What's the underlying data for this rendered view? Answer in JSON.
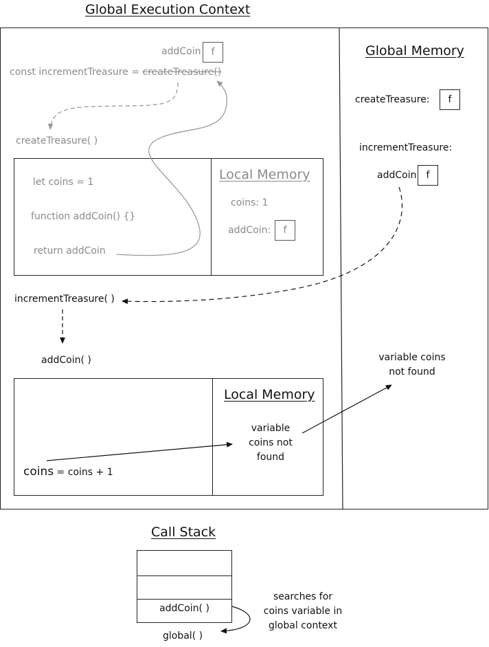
{
  "global_context": {
    "title": "Global Execution Context",
    "addcoin_label": "addCoin",
    "f_symbol": "f",
    "const_line_prefix": "const incrementTreasure = ",
    "const_line_call": "createTreasure()",
    "create_treasure_call": "createTreasure( )",
    "local_box_1": {
      "lines": [
        "let coins = 1",
        "function addCoin() {}",
        "return addCoin"
      ],
      "memory_title": "Local Memory",
      "memory_coins": "coins: 1",
      "memory_addcoin": "addCoin:",
      "f_symbol": "f"
    },
    "increment_call": "incrementTreasure( )",
    "addcoin_call": "addCoin( )",
    "local_box_2": {
      "code_var": "coins",
      "code_rest": " = coins + 1",
      "memory_title": "Local Memory",
      "memory_note": "variable coins not found"
    },
    "outside_note": "variable coins not found"
  },
  "global_memory": {
    "title": "Global Memory",
    "create_treasure": "createTreasure:",
    "increment_treasure": "incrementTreasure:",
    "addcoin": "addCoin",
    "f_symbol": "f"
  },
  "call_stack": {
    "title": "Call Stack",
    "frames": [
      "",
      "",
      "addCoin( )"
    ],
    "global_label": "global( )",
    "note": "searches for coins variable in global context"
  },
  "colors": {
    "ink": "#111111",
    "faded": "#8a8a8a"
  }
}
